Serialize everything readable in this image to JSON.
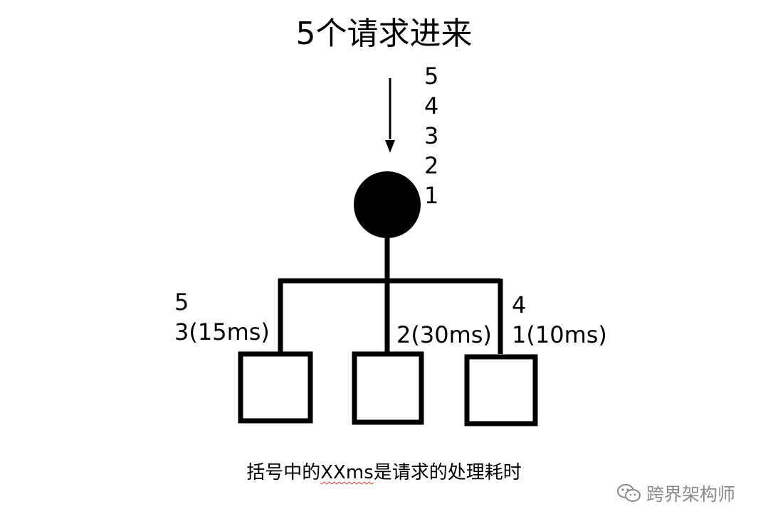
{
  "title": "5个请求进来",
  "incoming_queue": [
    "5",
    "4",
    "3",
    "2",
    "1"
  ],
  "servers": [
    {
      "lines": [
        "5",
        "3(15ms)"
      ]
    },
    {
      "lines": [
        "2(30ms)"
      ]
    },
    {
      "lines": [
        "4",
        "1(10ms)"
      ]
    }
  ],
  "caption": {
    "before": "括号中的",
    "highlight": "XXms",
    "after": "是请求的处理耗时"
  },
  "watermark": "跨界架构师"
}
